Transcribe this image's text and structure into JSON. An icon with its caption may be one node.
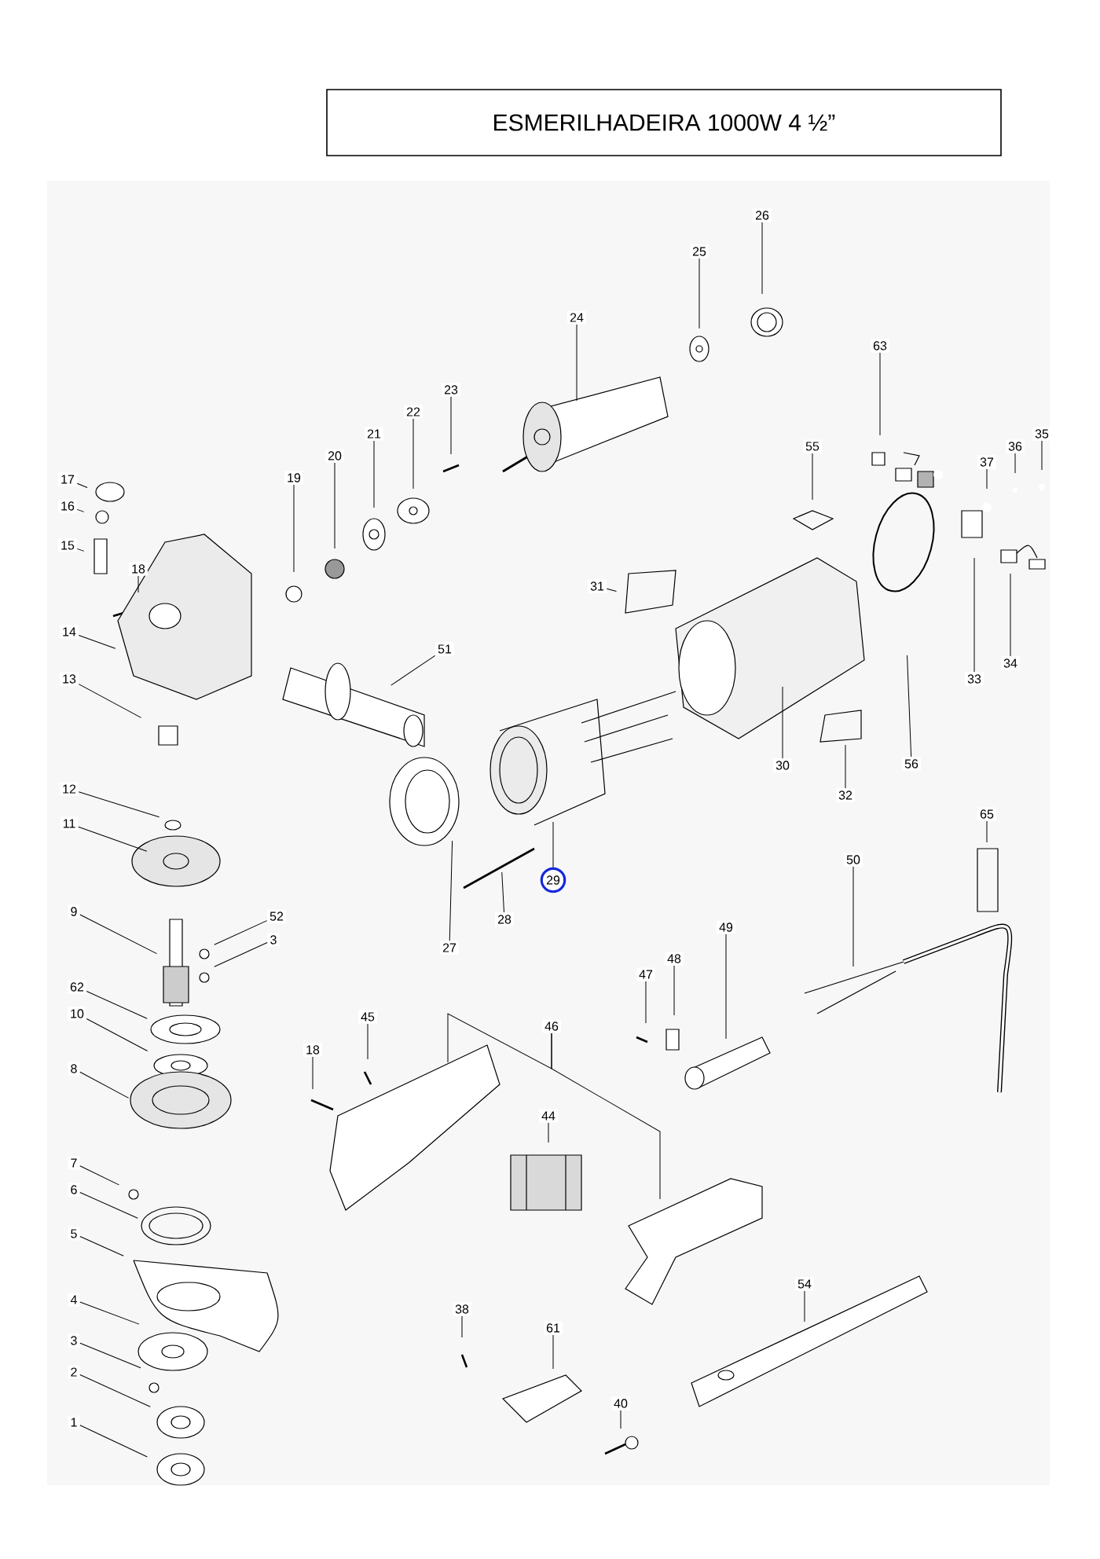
{
  "diagram": {
    "title": "ESMERILHADEIRA 1000W 4 ½”",
    "nodes": [
      {
        "text": [
          "17"
        ]
      },
      {
        "text": [
          "16"
        ]
      },
      {
        "text": [
          "15"
        ]
      },
      {
        "text": [
          "18"
        ]
      },
      {
        "text": [
          "14"
        ]
      },
      {
        "text": [
          "13"
        ]
      },
      {
        "text": [
          "19"
        ]
      },
      {
        "text": [
          "20"
        ]
      },
      {
        "text": [
          "21"
        ]
      },
      {
        "text": [
          "22"
        ]
      },
      {
        "text": [
          "23"
        ]
      },
      {
        "text": [
          "24"
        ]
      },
      {
        "text": [
          "51"
        ]
      },
      {
        "text": [
          "25"
        ]
      },
      {
        "text": [
          "26"
        ]
      },
      {
        "text": [
          "63"
        ]
      },
      {
        "text": [
          "55"
        ]
      },
      {
        "text": [
          "37"
        ]
      },
      {
        "text": [
          "36"
        ]
      },
      {
        "text": [
          "35"
        ]
      },
      {
        "text": [
          "31"
        ]
      },
      {
        "text": [
          "30"
        ]
      },
      {
        "text": [
          "56"
        ]
      },
      {
        "text": [
          "33"
        ]
      },
      {
        "text": [
          "34"
        ]
      },
      {
        "text": [
          "32"
        ]
      },
      {
        "text": [
          "65"
        ]
      },
      {
        "text": [
          "12"
        ]
      },
      {
        "text": [
          "11"
        ]
      },
      {
        "text": [
          "9"
        ]
      },
      {
        "text": [
          "52"
        ]
      },
      {
        "text": [
          "3"
        ]
      },
      {
        "text": [
          "62"
        ]
      },
      {
        "text": [
          "10"
        ]
      },
      {
        "text": [
          "8"
        ]
      },
      {
        "text": [
          "7"
        ]
      },
      {
        "text": [
          "6"
        ]
      },
      {
        "text": [
          "5"
        ]
      },
      {
        "text": [
          "4"
        ]
      },
      {
        "text": [
          "3"
        ]
      },
      {
        "text": [
          "2"
        ]
      },
      {
        "text": [
          "1"
        ]
      },
      {
        "text": [
          "27"
        ]
      },
      {
        "text": [
          "28"
        ]
      },
      {
        "text": [
          "29"
        ]
      },
      {
        "text": [
          "45"
        ]
      },
      {
        "text": [
          "18"
        ]
      },
      {
        "text": [
          "46"
        ]
      },
      {
        "text": [
          "44"
        ]
      },
      {
        "text": [
          "47"
        ]
      },
      {
        "text": [
          "48"
        ]
      },
      {
        "text": [
          "49"
        ]
      },
      {
        "text": [
          "50"
        ]
      },
      {
        "text": [
          "54"
        ]
      },
      {
        "text": [
          "38"
        ]
      },
      {
        "text": [
          "61"
        ]
      },
      {
        "text": [
          "40"
        ]
      }
    ],
    "edges": [
      {
        "from": 0,
        "to": null,
        "arrow": "none"
      },
      {
        "from": 1,
        "to": null,
        "arrow": "none"
      },
      {
        "from": 2,
        "to": null,
        "arrow": "none"
      },
      {
        "from": 3,
        "to": null,
        "arrow": "none"
      },
      {
        "from": 4,
        "to": null,
        "arrow": "none"
      },
      {
        "from": 5,
        "to": null,
        "arrow": "none"
      },
      {
        "from": 6,
        "to": null,
        "arrow": "none"
      },
      {
        "from": 7,
        "to": null,
        "arrow": "none"
      },
      {
        "from": 8,
        "to": null,
        "arrow": "none"
      },
      {
        "from": 9,
        "to": null,
        "arrow": "none"
      },
      {
        "from": 10,
        "to": null,
        "arrow": "none"
      },
      {
        "from": 11,
        "to": null,
        "arrow": "none"
      },
      {
        "from": 12,
        "to": null,
        "arrow": "none"
      },
      {
        "from": 13,
        "to": null,
        "arrow": "none"
      },
      {
        "from": 14,
        "to": null,
        "arrow": "none"
      },
      {
        "from": 15,
        "to": null,
        "arrow": "none"
      },
      {
        "from": 16,
        "to": null,
        "arrow": "none"
      },
      {
        "from": 17,
        "to": null,
        "arrow": "none"
      },
      {
        "from": 18,
        "to": null,
        "arrow": "none"
      },
      {
        "from": 19,
        "to": null,
        "arrow": "none"
      },
      {
        "from": 20,
        "to": null,
        "arrow": "none"
      },
      {
        "from": 21,
        "to": null,
        "arrow": "none"
      },
      {
        "from": 22,
        "to": null,
        "arrow": "none"
      },
      {
        "from": 23,
        "to": null,
        "arrow": "none"
      },
      {
        "from": 24,
        "to": null,
        "arrow": "none"
      },
      {
        "from": 25,
        "to": null,
        "arrow": "none"
      },
      {
        "from": 26,
        "to": null,
        "arrow": "none"
      },
      {
        "from": 27,
        "to": null,
        "arrow": "none"
      },
      {
        "from": 28,
        "to": null,
        "arrow": "none"
      },
      {
        "from": 29,
        "to": null,
        "arrow": "none"
      },
      {
        "from": 30,
        "to": null,
        "arrow": "none"
      },
      {
        "from": 31,
        "to": null,
        "arrow": "none"
      },
      {
        "from": 32,
        "to": null,
        "arrow": "none"
      },
      {
        "from": 33,
        "to": null,
        "arrow": "none"
      },
      {
        "from": 34,
        "to": null,
        "arrow": "none"
      },
      {
        "from": 35,
        "to": null,
        "arrow": "none"
      },
      {
        "from": 36,
        "to": null,
        "arrow": "none"
      },
      {
        "from": 37,
        "to": null,
        "arrow": "none"
      },
      {
        "from": 38,
        "to": null,
        "arrow": "none"
      },
      {
        "from": 39,
        "to": null,
        "arrow": "none"
      },
      {
        "from": 40,
        "to": null,
        "arrow": "none"
      },
      {
        "from": 41,
        "to": null,
        "arrow": "none"
      },
      {
        "from": 42,
        "to": null,
        "arrow": "none"
      },
      {
        "from": 43,
        "to": null,
        "arrow": "none"
      },
      {
        "from": 44,
        "to": null,
        "arrow": "none"
      },
      {
        "from": 45,
        "to": null,
        "arrow": "none"
      },
      {
        "from": 46,
        "to": null,
        "arrow": "none"
      },
      {
        "from": 47,
        "to": null,
        "arrow": "none"
      },
      {
        "from": 47,
        "to": null,
        "arrow": "none"
      },
      {
        "from": 48,
        "to": null,
        "arrow": "none"
      },
      {
        "from": 49,
        "to": null,
        "arrow": "none"
      },
      {
        "from": 50,
        "to": null,
        "arrow": "none"
      },
      {
        "from": 51,
        "to": null,
        "arrow": "none"
      },
      {
        "from": 52,
        "to": null,
        "arrow": "none"
      },
      {
        "from": 53,
        "to": null,
        "arrow": "none"
      },
      {
        "from": 54,
        "to": null,
        "arrow": "none"
      },
      {
        "from": 55,
        "to": null,
        "arrow": "none"
      },
      {
        "from": 56,
        "to": null,
        "arrow": "none"
      }
    ]
  }
}
